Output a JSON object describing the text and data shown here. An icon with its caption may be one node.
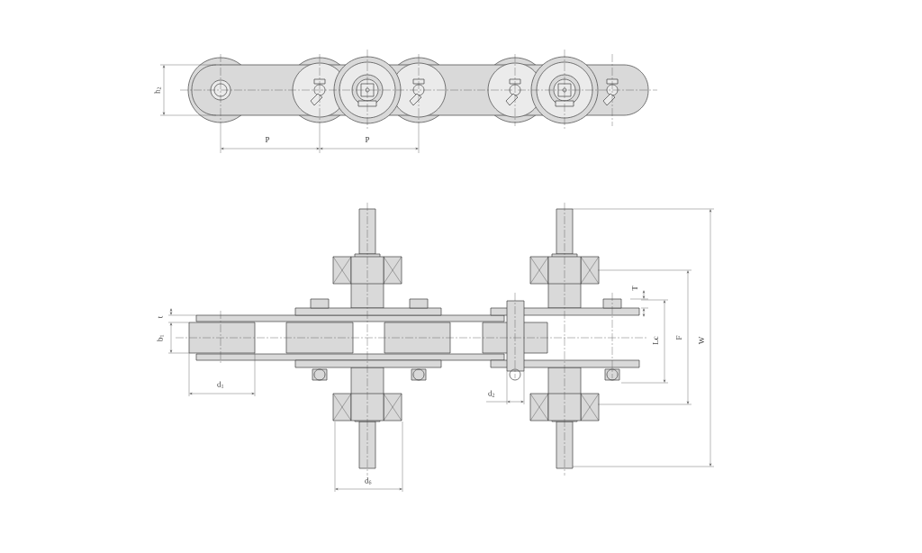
{
  "diagram": {
    "labels": [
      "h$_{2}$",
      "P",
      "P",
      "T",
      "t",
      "b$_{1}$",
      "Lc",
      "F",
      "W",
      "d$_{1}$",
      "d$_{2}$",
      "d$_{6}$"
    ]
  }
}
